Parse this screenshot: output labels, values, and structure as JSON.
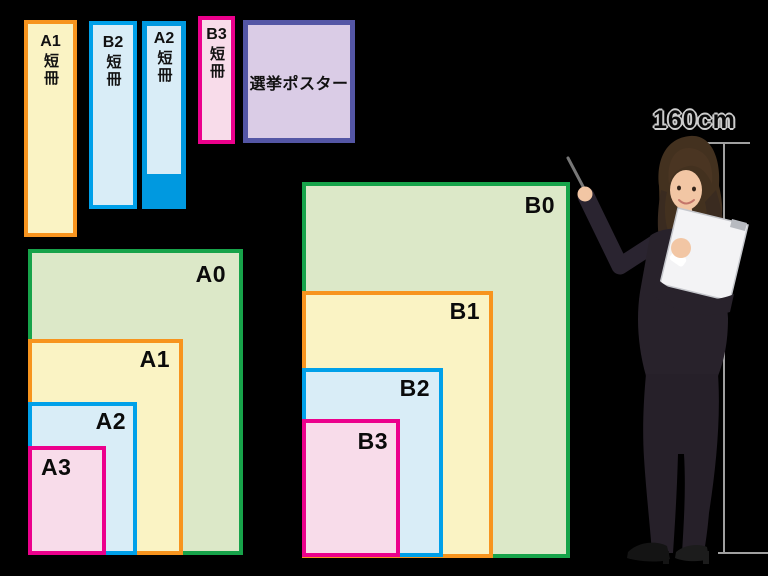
{
  "canvas": {
    "background": "#000000"
  },
  "colors": {
    "green_border": "#17A34A",
    "green_fill": "#DCE8C8",
    "orange_border": "#F7941E",
    "yellow_fill": "#FAF3C4",
    "blue_border": "#00A0E9",
    "blue_fill": "#D9EDF7",
    "blue_solid": "#0099E0",
    "magenta_border": "#EC008C",
    "pink_fill": "#F8DCEA",
    "purple_border": "#5456A5",
    "purple_fill": "#DACCE6",
    "measure_line": "#A0A0A0"
  },
  "tanzaku_strips": [
    {
      "label": "A1",
      "sub": "短冊"
    },
    {
      "label": "B2",
      "sub": "短冊"
    },
    {
      "label": "A2",
      "sub": "短冊"
    },
    {
      "label": "B3",
      "sub": "短冊"
    }
  ],
  "election_poster": {
    "label": "選挙ポスター"
  },
  "a_series": [
    {
      "label": "A0"
    },
    {
      "label": "A1"
    },
    {
      "label": "A2"
    },
    {
      "label": "A3"
    }
  ],
  "b_series": [
    {
      "label": "B0"
    },
    {
      "label": "B1"
    },
    {
      "label": "B2"
    },
    {
      "label": "B3"
    }
  ],
  "height_marker": {
    "label": "160cm"
  }
}
